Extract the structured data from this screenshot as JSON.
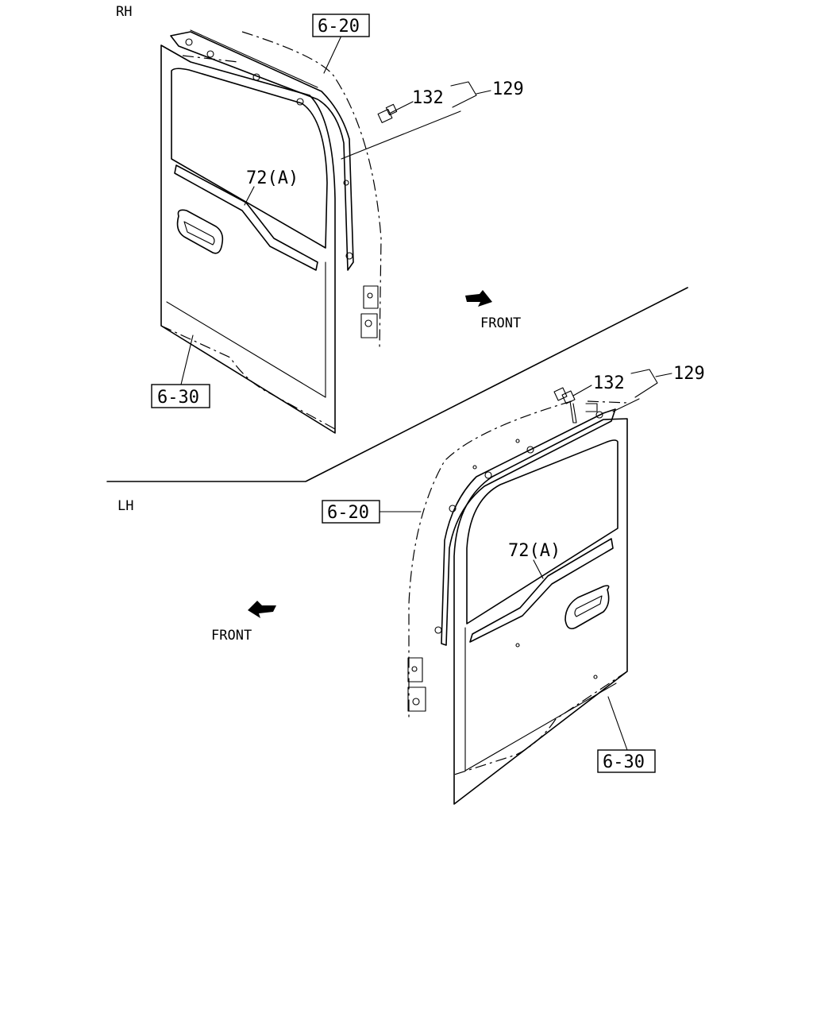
{
  "sections": {
    "rh": "RH",
    "lh": "LH"
  },
  "rh": {
    "ref_top": "6-20",
    "ref_bottom": "6-30",
    "part_132": "132",
    "part_129": "129",
    "part_72": "72(A)",
    "front": "FRONT"
  },
  "lh": {
    "ref_top": "6-20",
    "ref_bottom": "6-30",
    "part_132": "132",
    "part_129": "129",
    "part_72": "72(A)",
    "front": "FRONT"
  }
}
